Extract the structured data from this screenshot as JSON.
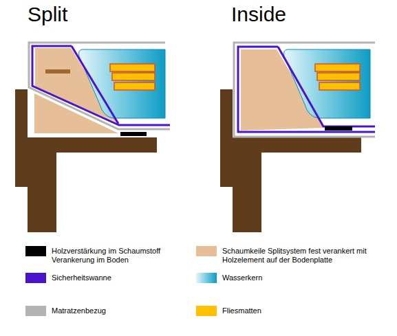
{
  "diagram": {
    "labels": [
      "Split",
      "Inside"
    ],
    "legend": [
      {
        "text": "Holzverstärkung im Schaumstoff Verankerung im Boden",
        "color": "#000000"
      },
      {
        "text": "Sicherheitswanne",
        "color": "#4a14cc"
      },
      {
        "text": "Matratzenbezug",
        "color": "#b3b3b3"
      },
      {
        "text": "Schaumkeile Splitsystem fest verankert mit Holzelement auf der Bodenplatte",
        "color": "#e6bf98"
      },
      {
        "text": "Wasserkern"
      },
      {
        "text": "Fliesmatten",
        "color": "#ffc000"
      }
    ]
  }
}
